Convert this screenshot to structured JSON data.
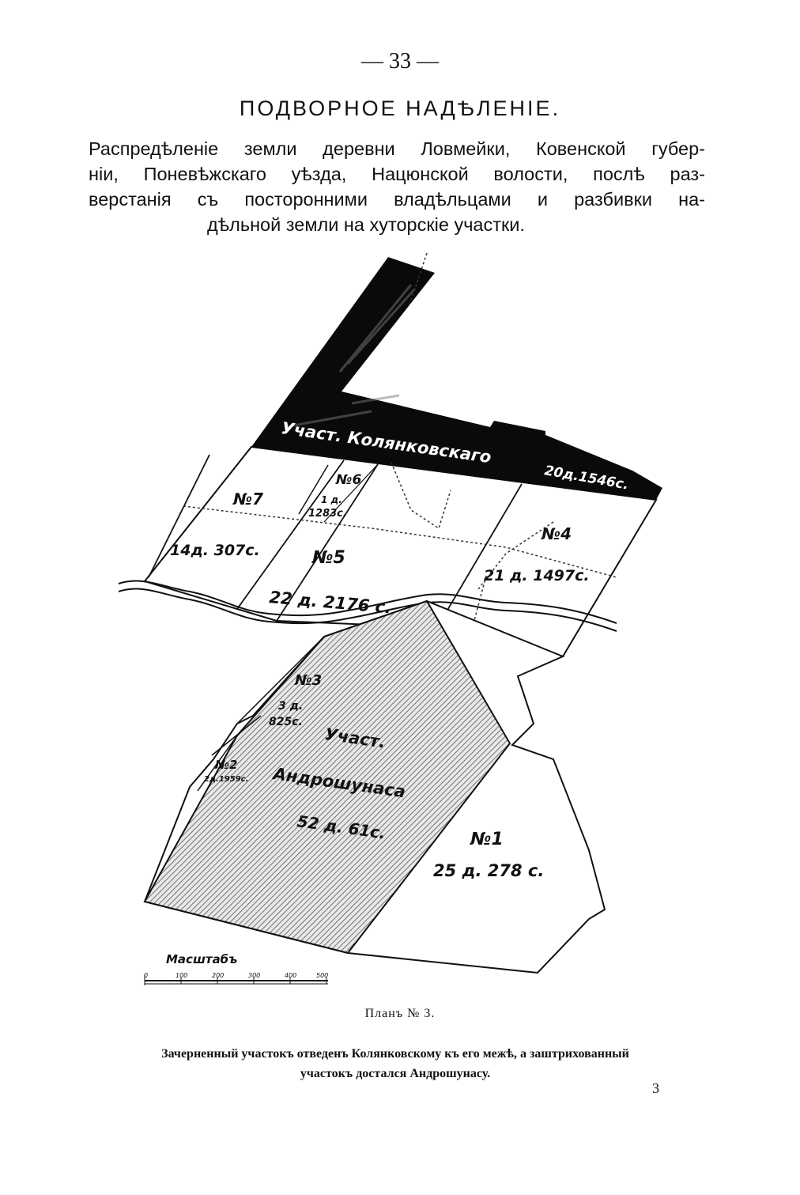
{
  "page_number": "— 33 —",
  "title": "ПОДВОРНОЕ НАДѢЛЕНIЕ.",
  "subtitle_lines": [
    "Распредѣленiе земли деревни Ловмейки, Ковенской губер-",
    "нiи, Поневѣжскаго уѣзда, Нацюнской волости, послѣ раз-",
    "верстанiя съ посторонними владѣльцами и разбивки на-",
    "дѣльной земли на хуторскiе участки."
  ],
  "map": {
    "black_plot": {
      "label": "Участ. Колянковскаго",
      "area": "20д.1546с."
    },
    "hatched_plot": {
      "label_1": "Участ.",
      "label_2": "Андрошунаса",
      "area": "52 д. 61с."
    },
    "plots": [
      {
        "num": "№1",
        "area": "25 д. 278 с."
      },
      {
        "num": "№2",
        "area": "2д.1959с."
      },
      {
        "num": "№3",
        "area_1": "3 д.",
        "area_2": "825с."
      },
      {
        "num": "№4",
        "area": "21 д. 1497с."
      },
      {
        "num": "№5",
        "area": "22 д. 2176 с."
      },
      {
        "num": "№6",
        "area_1": "1 д.",
        "area_2": "1283с."
      },
      {
        "num": "№7",
        "area": "14д. 307с."
      }
    ],
    "scale": {
      "label": "Масштабъ",
      "ticks": [
        "0",
        "100",
        "200",
        "300",
        "400",
        "500"
      ]
    }
  },
  "plan_caption": "Планъ № 3.",
  "note_lines": [
    "Зачерненный участокъ отведенъ Колянковскому къ его межѣ, а заштрихованный",
    "участокъ достался Андрошунасу."
  ],
  "signature_mark": "3"
}
